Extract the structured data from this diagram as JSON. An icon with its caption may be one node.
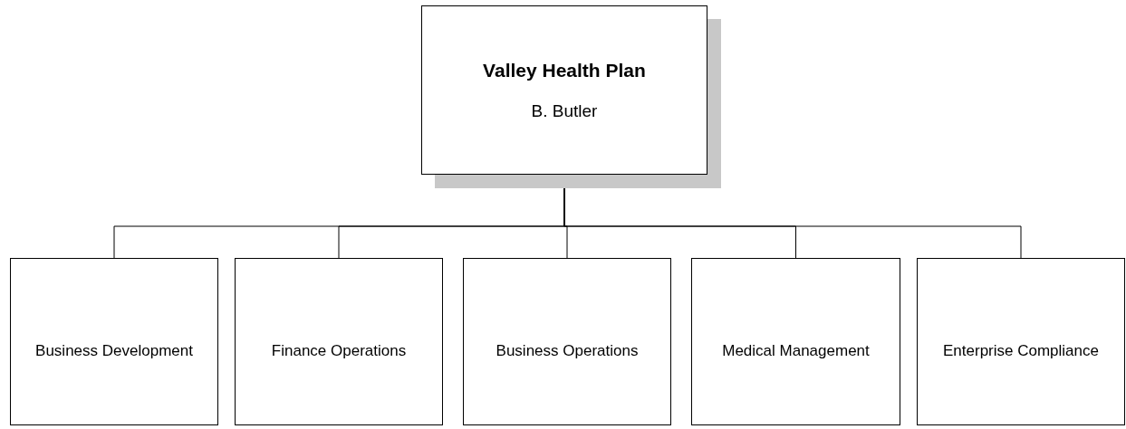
{
  "diagram": {
    "nodes": [
      {
        "text": [
          "Valley Health Plan",
          "B. Butler"
        ]
      },
      {
        "text": [
          "Business Development"
        ]
      },
      {
        "text": [
          "Finance Operations"
        ]
      },
      {
        "text": [
          "Business Operations"
        ]
      },
      {
        "text": [
          "Medical Management"
        ]
      },
      {
        "text": [
          "Enterprise Compliance"
        ]
      }
    ],
    "edges": [
      {
        "from": 0,
        "to": 1,
        "arrow": "none"
      },
      {
        "from": 0,
        "to": 2,
        "arrow": "none"
      },
      {
        "from": 0,
        "to": 3,
        "arrow": "none"
      },
      {
        "from": 0,
        "to": 4,
        "arrow": "none"
      },
      {
        "from": 0,
        "to": 5,
        "arrow": "none"
      }
    ]
  }
}
